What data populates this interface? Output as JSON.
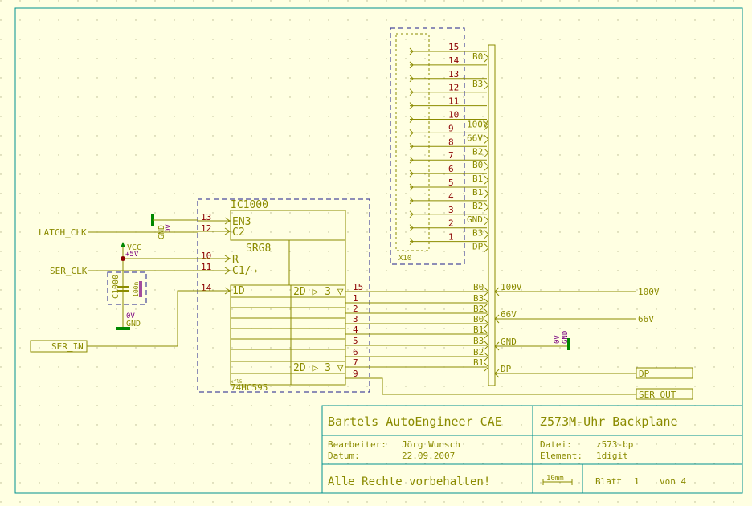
{
  "ic": {
    "ref": "IC1000",
    "block": "SRG8",
    "part": "74HC595",
    "small": "xfl5"
  },
  "ic_pins_left": [
    {
      "num": "13",
      "name": "EN3"
    },
    {
      "num": "12",
      "name": "C2"
    },
    {
      "num": "10",
      "name": "R"
    },
    {
      "num": "11",
      "name": "C1/→"
    },
    {
      "num": "14",
      "name": "1D"
    }
  ],
  "ic_out_label": "2D ▷ 3 ▽",
  "ic_out_pins": [
    "15",
    "1",
    "2",
    "3",
    "4",
    "5",
    "6",
    "7",
    "9"
  ],
  "nets_left": {
    "latch": "LATCH_CLK",
    "ser": "SER_CLK",
    "ser_in": "SER_IN"
  },
  "power": {
    "vcc": "VCC",
    "plus5": "+5V",
    "gnd": "GND",
    "zero": "0V"
  },
  "cap": {
    "ref": "C1000",
    "value": "100n"
  },
  "connector": {
    "ref": "X10",
    "pins": [
      "15",
      "14",
      "13",
      "12",
      "11",
      "10",
      "9",
      "8",
      "7",
      "6",
      "5",
      "4",
      "3",
      "2",
      "1"
    ],
    "nets": [
      "B0",
      "",
      "B3",
      "",
      "",
      "100V",
      "66V",
      "B2",
      "B0",
      "B1",
      "B1",
      "B2",
      "GND",
      "B3",
      "DP"
    ]
  },
  "ic_bus_labels": [
    "B0",
    "B3",
    "B2",
    "B0",
    "B1",
    "B3",
    "B2",
    "B1"
  ],
  "right_labels": {
    "v100": "100V",
    "v66": "66V",
    "gnd": "GND",
    "dp": "DP"
  },
  "ports": {
    "v100": "100V",
    "v66": "66V",
    "dp": "DP",
    "ser_out": "SER_OUT"
  },
  "title_block": {
    "company": "Bartels AutoEngineer CAE",
    "project": "Z573M-Uhr Backplane",
    "editor_label": "Bearbeiter:",
    "editor": "Jörg Wunsch",
    "date_label": "Datum:",
    "date": "22.09.2007",
    "file_label": "Datei:",
    "file": "z573-bp",
    "element_label": "Element:",
    "element": "1digit",
    "rights": "Alle Rechte vorbehalten!",
    "scale": "10mm",
    "sheet_label": "Blatt",
    "sheet": "1",
    "of_label": "von 4"
  },
  "colors": {
    "background": "#ffffe2",
    "wire": "#8b8b00",
    "pin": "#8b0000",
    "frame": "#009090",
    "box": "#1e1e8c",
    "power": "#008800"
  }
}
